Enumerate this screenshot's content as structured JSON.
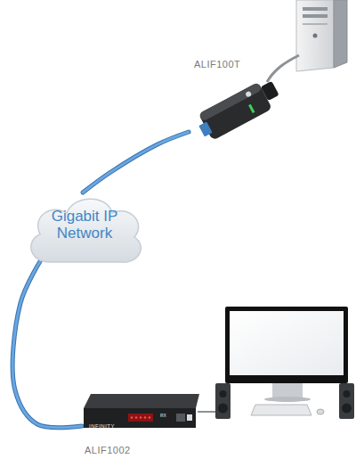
{
  "diagram": {
    "nodes": [
      {
        "text": [
          "ALIF100T"
        ]
      },
      {
        "text": [
          "Gigabit IP Network"
        ]
      },
      {
        "text": [
          "ALIF1002",
          "INFINITY",
          "RX"
        ]
      }
    ],
    "edges": [
      {
        "from": 0,
        "to": 1,
        "arrow": "none"
      },
      {
        "from": 1,
        "to": 2,
        "arrow": "none"
      }
    ]
  }
}
